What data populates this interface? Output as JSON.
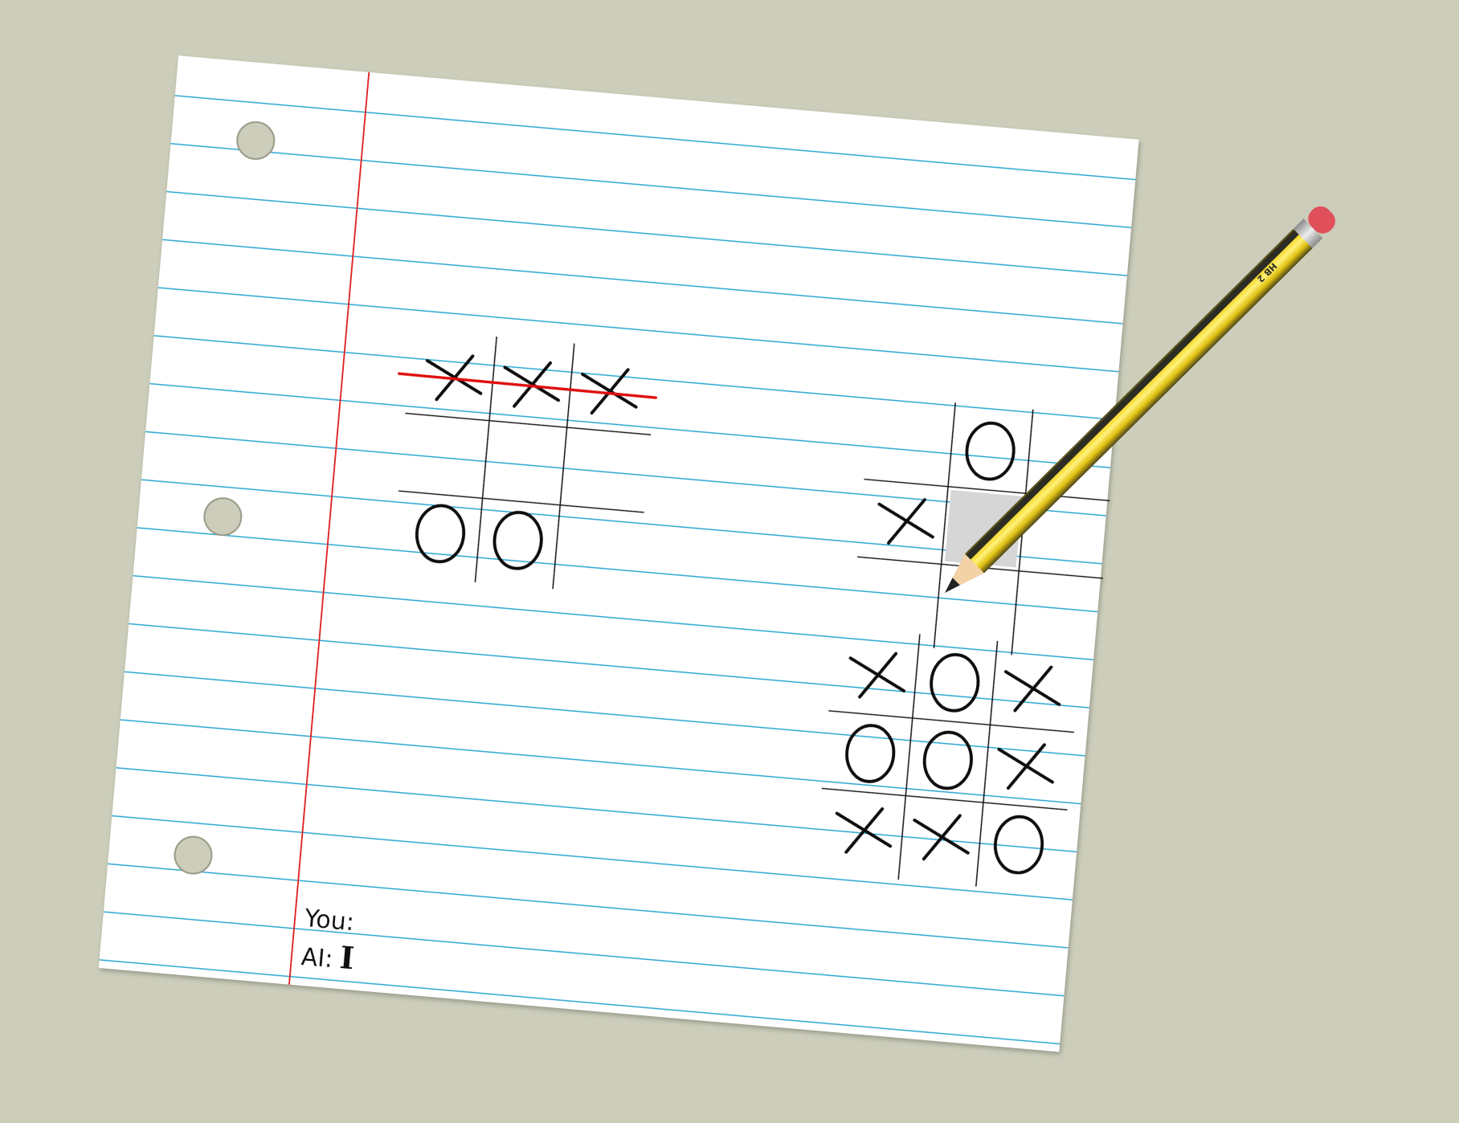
{
  "colors": {
    "background": "#cccdba",
    "paper": "#ffffff",
    "rule_line": "#1aa6cf",
    "margin_line": "#e02020",
    "hole": "#cccdba",
    "ink": "#111111",
    "win_line": "#e01010",
    "active_cell": "#d6d6d6",
    "pencil_body": "#f2d21c",
    "pencil_stripe": "#2c2c24",
    "pencil_eraser": "#e0505a",
    "pencil_wood": "#f3d2a6"
  },
  "score": {
    "you_label": "You:",
    "you_value": "",
    "ai_label": "AI:",
    "ai_value": "I"
  },
  "pencil": {
    "brand_text": "HB 2"
  },
  "games": [
    {
      "id": "game-1",
      "board": [
        [
          "X",
          "X",
          "X"
        ],
        [
          "",
          "",
          ""
        ],
        [
          "O",
          "O",
          ""
        ]
      ],
      "winning_line": "row-1",
      "active_cell": null
    },
    {
      "id": "game-2",
      "board": [
        [
          "",
          "O",
          ""
        ],
        [
          "X",
          "",
          ""
        ],
        [
          "",
          "",
          ""
        ]
      ],
      "winning_line": null,
      "active_cell": [
        1,
        1
      ]
    },
    {
      "id": "game-3",
      "board": [
        [
          "X",
          "O",
          "X"
        ],
        [
          "O",
          "O",
          "X"
        ],
        [
          "X",
          "X",
          "O"
        ]
      ],
      "winning_line": null,
      "active_cell": null
    }
  ]
}
